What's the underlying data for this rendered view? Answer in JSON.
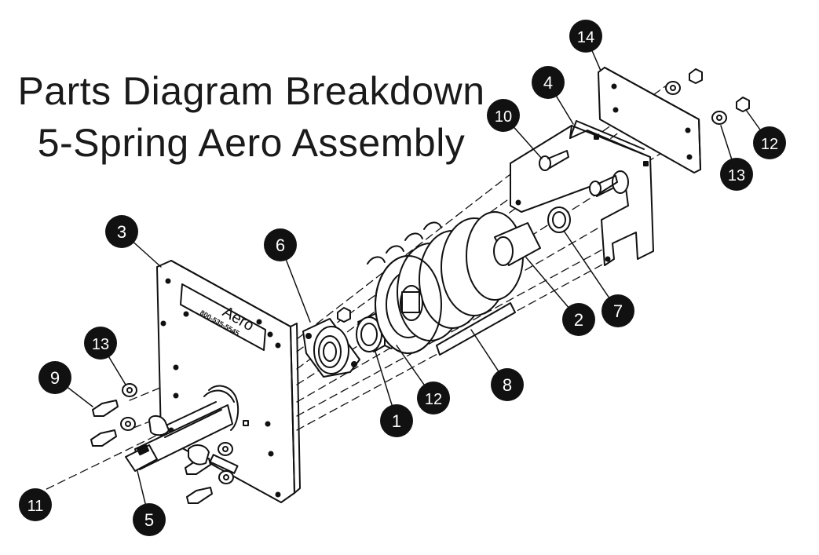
{
  "title": {
    "line1": "Parts Diagram Breakdown",
    "line2": "5-Spring Aero Assembly"
  },
  "plate_label": {
    "brand": "Aero",
    "phone": "800-535-5545"
  },
  "callouts": [
    {
      "id": "callout-1",
      "label": "1"
    },
    {
      "id": "callout-2",
      "label": "2"
    },
    {
      "id": "callout-3",
      "label": "3"
    },
    {
      "id": "callout-4",
      "label": "4"
    },
    {
      "id": "callout-5",
      "label": "5"
    },
    {
      "id": "callout-6",
      "label": "6"
    },
    {
      "id": "callout-7",
      "label": "7"
    },
    {
      "id": "callout-8",
      "label": "8"
    },
    {
      "id": "callout-9",
      "label": "9"
    },
    {
      "id": "callout-10",
      "label": "10"
    },
    {
      "id": "callout-11",
      "label": "11"
    },
    {
      "id": "callout-12a",
      "label": "12"
    },
    {
      "id": "callout-12b",
      "label": "12"
    },
    {
      "id": "callout-13a",
      "label": "13"
    },
    {
      "id": "callout-13b",
      "label": "13"
    },
    {
      "id": "callout-14",
      "label": "14"
    }
  ],
  "colors": {
    "ink": "#111111",
    "paper": "#ffffff"
  }
}
